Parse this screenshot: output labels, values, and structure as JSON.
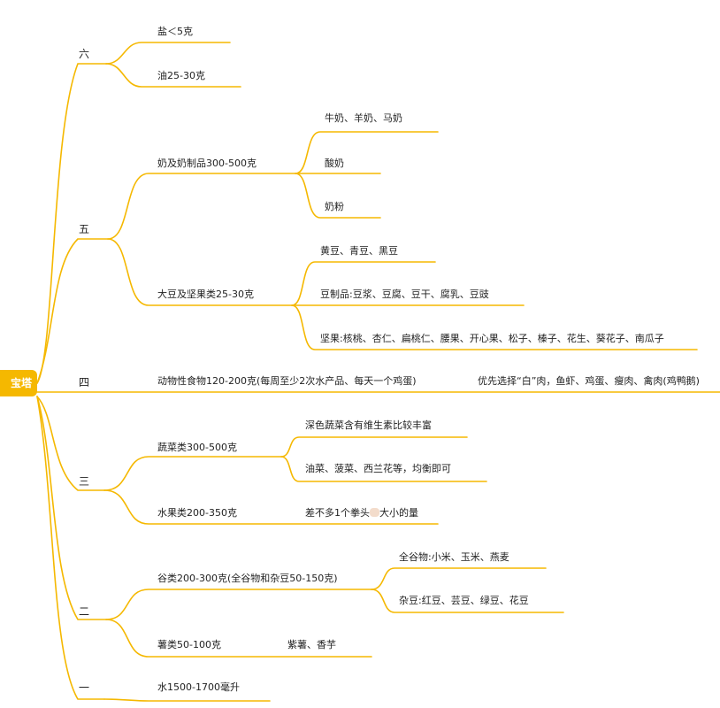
{
  "root": {
    "label": "宝塔"
  },
  "colors": {
    "branch": "#f5b800",
    "root_bg": "#f5b800"
  },
  "levels": {
    "six": {
      "label": "六",
      "items": {
        "salt": "盐＜5克",
        "oil": "油25-30克"
      }
    },
    "five": {
      "label": "五",
      "dairy": {
        "label": "奶及奶制品300-500克",
        "children": [
          "牛奶、羊奶、马奶",
          "酸奶",
          "奶粉"
        ]
      },
      "soy": {
        "label": "大豆及坚果类25-30克",
        "children": [
          "黄豆、青豆、黑豆",
          "豆制品:豆浆、豆腐、豆干、腐乳、豆豉",
          "坚果:核桃、杏仁、扁桃仁、腰果、开心果、松子、榛子、花生、葵花子、南瓜子"
        ]
      }
    },
    "four": {
      "label": "四",
      "meat": {
        "label": "动物性食物120-200克(每周至少2次水产品、每天一个鸡蛋)",
        "note": "优先选择“白”肉，鱼虾、鸡蛋、瘦肉、禽肉(鸡鸭鹅)"
      }
    },
    "three": {
      "label": "三",
      "veg": {
        "label": "蔬菜类300-500克",
        "children": [
          "深色蔬菜含有维生素比较丰富",
          "油菜、菠菜、西兰花等，均衡即可"
        ]
      },
      "fruit": {
        "label": "水果类200-350克",
        "note_before": "差不多1个拳头",
        "note_after": "大小的量"
      }
    },
    "two": {
      "label": "二",
      "grain": {
        "label": "谷类200-300克(全谷物和杂豆50-150克)",
        "children": [
          "全谷物:小米、玉米、燕麦",
          "杂豆:红豆、芸豆、绿豆、花豆"
        ]
      },
      "tuber": {
        "label": "薯类50-100克",
        "note": "紫薯、香芋"
      }
    },
    "one": {
      "label": "一",
      "water": {
        "label": "水1500-1700毫升"
      }
    }
  }
}
